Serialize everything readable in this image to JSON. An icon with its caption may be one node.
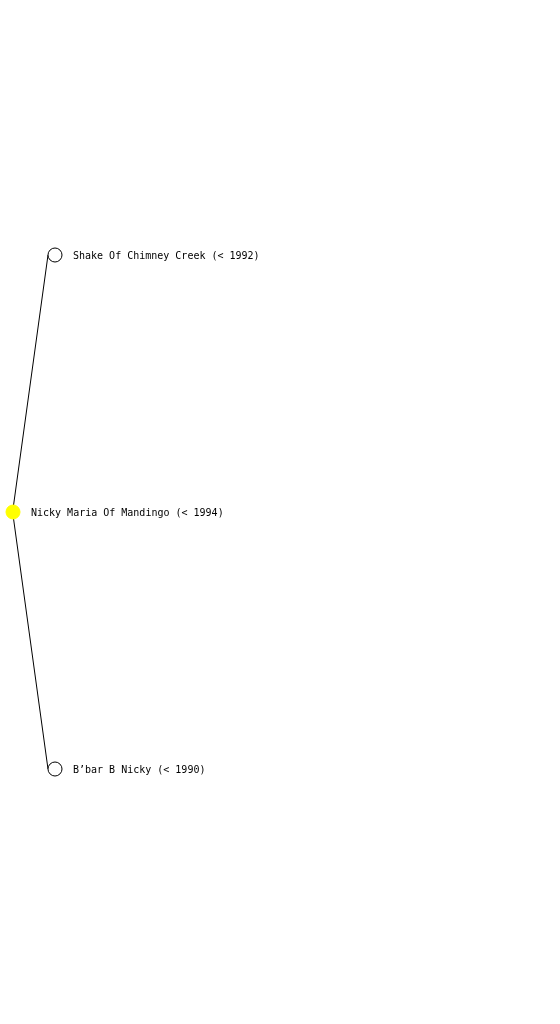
{
  "diagram": {
    "nodes": [
      {
        "text": [],
        "shape": "circle",
        "beside": [
          "Shake Of Chimney Creek (< 1992)"
        ]
      },
      {
        "text": [],
        "shape": "circle",
        "beside": [
          "Nicky Maria Of Mandingo (< 1994)"
        ]
      },
      {
        "text": [],
        "shape": "circle",
        "beside": [
          "B’bar B Nicky (< 1990)"
        ]
      }
    ],
    "edges": [
      {
        "from": 1,
        "to": 0,
        "arrow": "none"
      },
      {
        "from": 1,
        "to": 2,
        "arrow": "none"
      }
    ]
  }
}
